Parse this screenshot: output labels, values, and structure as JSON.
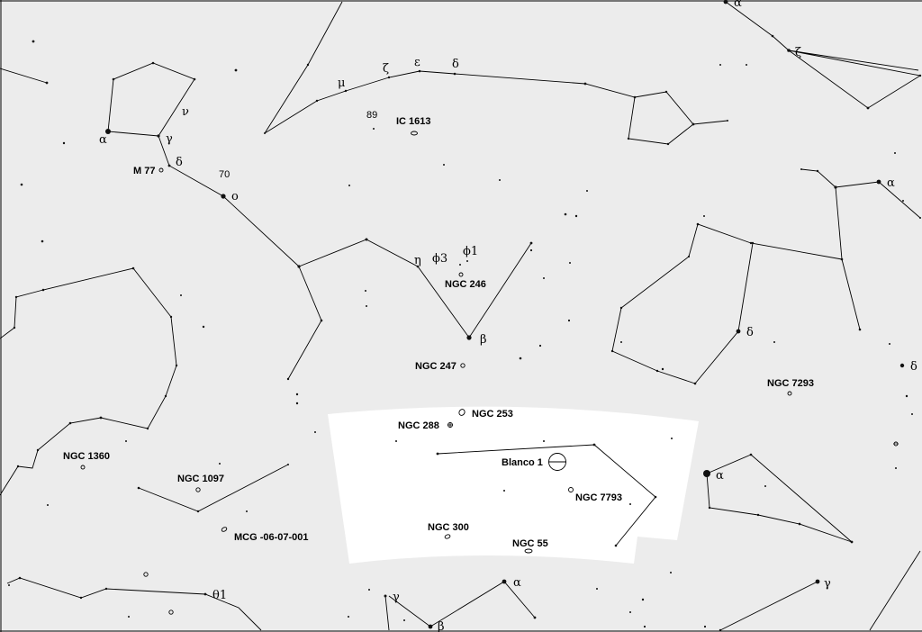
{
  "map": {
    "background_color": "#ececec",
    "highlight_color": "#ffffff",
    "ink_color": "#000000"
  },
  "labels": {
    "objects": {
      "ic1613": "IC 1613",
      "m77": "M 77",
      "ngc246": "NGC 246",
      "ngc247": "NGC 247",
      "ngc253": "NGC 253",
      "ngc288": "NGC 288",
      "ngc7293": "NGC 7293",
      "ngc1360": "NGC 1360",
      "blanco1": "Blanco 1",
      "ngc1097": "NGC 1097",
      "ngc7793": "NGC 7793",
      "mcg": "MCG -06-07-001",
      "ngc300": "NGC 300",
      "ngc55": "NGC 55"
    },
    "stars": {
      "psc_mu": "μ",
      "psc_zeta": "ζ",
      "psc_epsilon": "ε",
      "psc_delta": "δ",
      "psc_89": "89",
      "cet_alpha": "α",
      "cet_gamma": "γ",
      "cet_nu": "ν",
      "cet_delta": "δ",
      "cet_70": "70",
      "cet_omicron": "ο",
      "cet_eta": "η",
      "cet_phi3": "ϕ3",
      "cet_phi1": "ϕ1",
      "cet_beta": "β",
      "peg_alpha": "α",
      "peg_zeta": "ζ",
      "aqr_alpha": "α",
      "aqr_delta": "δ",
      "psa_alpha": "α",
      "psa_delta": "δ",
      "eri_theta1": "θ1",
      "phe_gamma": "γ",
      "phe_alpha": "α",
      "phe_beta": "β",
      "gru_gamma": "γ"
    }
  }
}
